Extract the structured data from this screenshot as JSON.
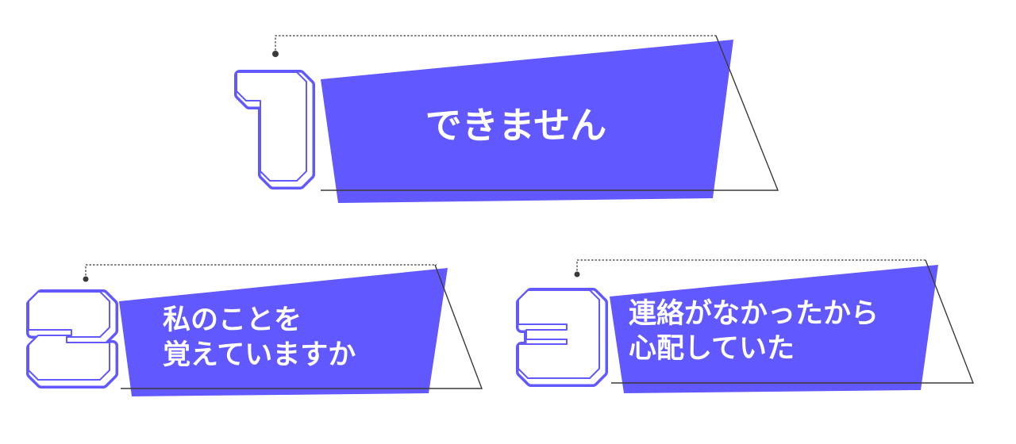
{
  "colors": {
    "accent": "#6158FF",
    "line": "#3a3a3a",
    "background": "#ffffff",
    "text": "#ffffff"
  },
  "cards": [
    {
      "number": "1",
      "lines": [
        "できません"
      ]
    },
    {
      "number": "2",
      "lines": [
        "私のことを",
        "覚えていますか"
      ]
    },
    {
      "number": "3",
      "lines": [
        "連絡がなかったから",
        "心配していた"
      ]
    }
  ]
}
